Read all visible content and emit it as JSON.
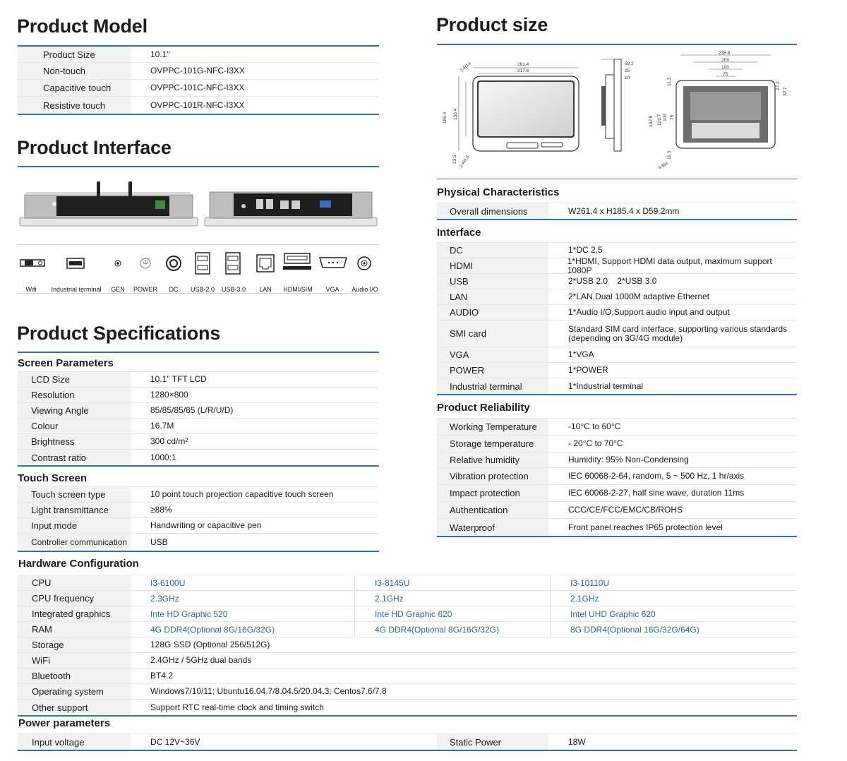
{
  "product_model": {
    "title": "Product Model",
    "rows": [
      {
        "label": "Product Size",
        "value": "10.1\""
      },
      {
        "label": "Non-touch",
        "value": "OVPPC-101G-NFC-I3XX"
      },
      {
        "label": "Capacitive touch",
        "value": "OVPPC-101C-NFC-I3XX"
      },
      {
        "label": "Resistive touch",
        "value": "OVPPC-101R-NFC-I3XX"
      }
    ]
  },
  "product_interface": {
    "title": "Product Interface",
    "ports": [
      "Wifi",
      "Industrial terminal",
      "GEN",
      "POWER",
      "DC",
      "USB-2.0",
      "USB-3.0",
      "LAN",
      "HDMI/SIM",
      "VGA",
      "Audio I/O"
    ]
  },
  "specs": {
    "title": "Product Specifications",
    "screen": {
      "title": "Screen Parameters",
      "rows": [
        {
          "label": "LCD Size",
          "value": "10.1\" TFT LCD"
        },
        {
          "label": "Resolution",
          "value": "1280×800"
        },
        {
          "label": "Viewing Angle",
          "value": "85/85/85/85 (L/R/U/D)"
        },
        {
          "label": "Colour",
          "value": "16.7M"
        },
        {
          "label": "Brightness",
          "value": "300 cd/m²"
        },
        {
          "label": "Contrast ratio",
          "value": "1000:1"
        }
      ]
    },
    "touch": {
      "title": "Touch Screen",
      "rows": [
        {
          "label": "Touch screen type",
          "value": "10 point touch projection capacitive touch screen"
        },
        {
          "label": "Light transmittance",
          "value": "≥88%"
        },
        {
          "label": "Input mode",
          "value": "Handwriting or capacitive pen"
        },
        {
          "label": "Controller communication",
          "value": "USB"
        }
      ]
    }
  },
  "product_size": {
    "title": "Product size",
    "dims": {
      "front_w": "261.4",
      "front_inner_w": "217.6",
      "front_h": "185.4",
      "front_inner_h": "136.4",
      "radius": "2-R14",
      "bottom": "23.5",
      "radius2": "2-R6.5",
      "side_d1": "59.2",
      "side_d2": "25",
      "side_d3": "10",
      "back_w": "238.8",
      "back_w2": "209",
      "back_w3": "100",
      "back_w4": "75",
      "back_h": "162.8",
      "back_h2": "126.7",
      "back_h3": "100",
      "back_h4": "75",
      "back_s1": "11.3",
      "back_s2": "11.3",
      "back_r1": "32.7",
      "back_r2": "27.2",
      "back_r3": "4-M4"
    }
  },
  "physical": {
    "title": "Physical Characteristics",
    "rows": [
      {
        "label": "Overall dimensions",
        "value": "W261.4 x H185.4 x D59.2mm"
      }
    ]
  },
  "interface": {
    "title": "Interface",
    "rows": [
      {
        "label": "DC",
        "value": "1*DC 2.5"
      },
      {
        "label": "HDMI",
        "value": "1*HDMI, Support HDMI data output, maximum support 1080P"
      },
      {
        "label": "USB",
        "value": "2*USB 2.0    2*USB 3.0"
      },
      {
        "label": "LAN",
        "value": "2*LAN,Dual 1000M adaptive Ethernet"
      },
      {
        "label": "AUDIO",
        "value": "1*Audio I/O,Support audio input and output"
      },
      {
        "label": "SMI card",
        "value": "Standard SIM card interface, supporting various standards",
        "value2": "(depending on 3G/4G module)"
      },
      {
        "label": "VGA",
        "value": "1*VGA"
      },
      {
        "label": "POWER",
        "value": "1*POWER"
      },
      {
        "label": "Industrial terminal",
        "value": "1*Industrial terminal"
      }
    ]
  },
  "reliability": {
    "title": "Product Reliability",
    "rows": [
      {
        "label": "Working Temperature",
        "value": "-10°C to 60°C"
      },
      {
        "label": "Storage temperature",
        "value": "- 20°C to 70°C"
      },
      {
        "label": "Relative humidity",
        "value": "Humidity: 95% Non-Condensing"
      },
      {
        "label": "Vibration protection",
        "value": "IEC 60068-2-64, random, 5 ~ 500 Hz, 1 hr/axis"
      },
      {
        "label": "Impact protection",
        "value": "IEC 60068-2-27, half sine wave, duration 11ms"
      },
      {
        "label": "Authentication",
        "value": "CCC/CE/FCC/EMC/CB/ROHS"
      },
      {
        "label": "Waterproof",
        "value": "Front panel reaches IP65 protection level"
      }
    ]
  },
  "hardware": {
    "title": "Hardware Configuration",
    "multi_rows": [
      {
        "label": "CPU",
        "values": [
          "I3-6100U",
          "I3-8145U",
          "I3-10110U"
        ]
      },
      {
        "label": "CPU frequency",
        "values": [
          "2.3GHz",
          "2.1GHz",
          "2.1GHz"
        ]
      },
      {
        "label": "Integrated graphics",
        "values": [
          "Inte HD Graphic 520",
          "Inte HD Graphic 620",
          "Intel UHD Graphic 620"
        ]
      },
      {
        "label": "RAM",
        "values": [
          "4G DDR4(Optional 8G/16G/32G)",
          "4G DDR4(Optional 8G/16G/32G)",
          "8G DDR4(Optional 16G/32G/64G)"
        ]
      }
    ],
    "rows": [
      {
        "label": "Storage",
        "value": "128G SSD (Optional 256/512G)"
      },
      {
        "label": "WiFi",
        "value": "2.4GHz / 5GHz dual bands"
      },
      {
        "label": "Bluetooth",
        "value": "BT4.2"
      },
      {
        "label": "Operating system",
        "value": "Windows7/10/11; Ubuntu16.04.7/8.04.5/20.04.3; Centos7.6/7.8"
      },
      {
        "label": "Other support",
        "value": "Support RTC real-time clock and timing switch"
      }
    ]
  },
  "power": {
    "title": "Power parameters",
    "input_label": "Input voltage",
    "input_value": "DC 12V~36V",
    "static_label": "Static Power",
    "static_value": "18W"
  },
  "colors": {
    "accent": "#2a73b5",
    "label_bg": "#f2f2f2",
    "blue_text": "#2a66a8"
  }
}
